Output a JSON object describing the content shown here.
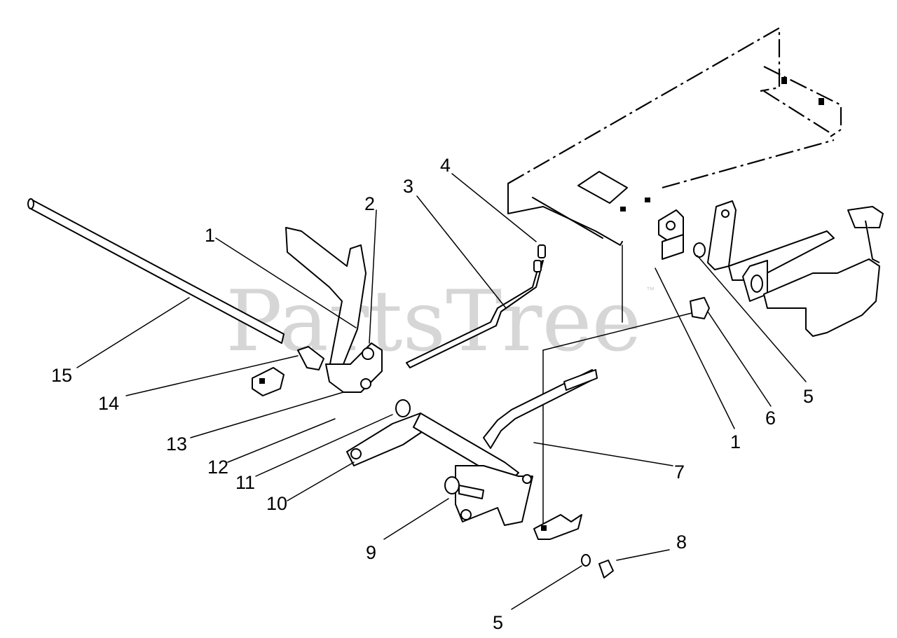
{
  "watermark": {
    "text": "PartsTree",
    "mark": "™"
  },
  "callouts": [
    {
      "id": "c1a",
      "label": "1"
    },
    {
      "id": "c2",
      "label": "2"
    },
    {
      "id": "c3",
      "label": "3"
    },
    {
      "id": "c4",
      "label": "4"
    },
    {
      "id": "c5a",
      "label": "5"
    },
    {
      "id": "c6",
      "label": "6"
    },
    {
      "id": "c1b",
      "label": "1"
    },
    {
      "id": "c7",
      "label": "7"
    },
    {
      "id": "c8",
      "label": "8"
    },
    {
      "id": "c5b",
      "label": "5"
    },
    {
      "id": "c9",
      "label": "9"
    },
    {
      "id": "c10",
      "label": "10"
    },
    {
      "id": "c11",
      "label": "11"
    },
    {
      "id": "c12",
      "label": "12"
    },
    {
      "id": "c13",
      "label": "13"
    },
    {
      "id": "c14",
      "label": "14"
    },
    {
      "id": "c15",
      "label": "15"
    }
  ]
}
